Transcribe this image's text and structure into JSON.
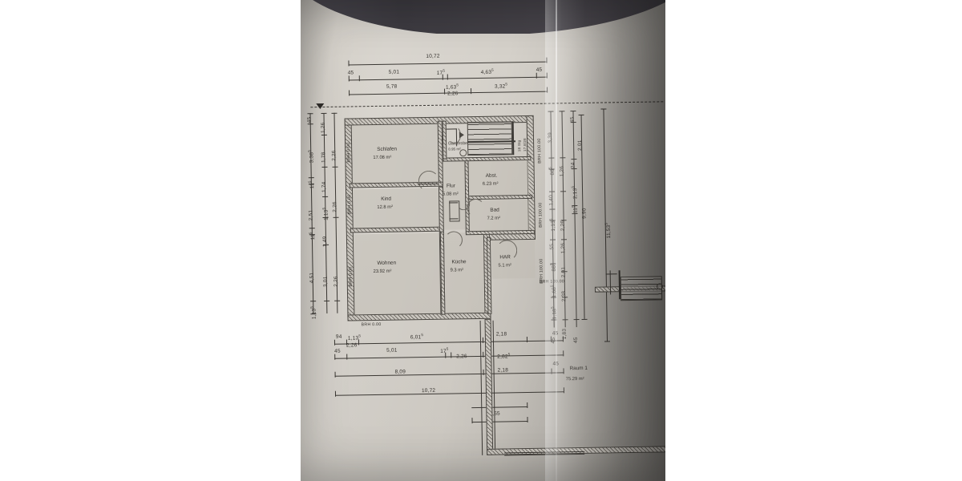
{
  "document": {
    "type": "architectural-floor-plan-photo",
    "medium": "photograph of printed paper plan, folded page",
    "language": "de",
    "section_marker": "section-line-marker"
  },
  "rooms": [
    {
      "key": "schlafen",
      "name": "Schlafen",
      "area": "17.08 m²"
    },
    {
      "key": "kind",
      "name": "Kind",
      "area": "12.8 m²"
    },
    {
      "key": "wohnen",
      "name": "Wohnen",
      "area": "23.92 m²"
    },
    {
      "key": "kueche",
      "name": "Küche",
      "area": "9.3 m²"
    },
    {
      "key": "flur",
      "name": "Flur",
      "area": "5.08 m²"
    },
    {
      "key": "abst",
      "name": "Abst.",
      "area": "6.23 m²"
    },
    {
      "key": "bad",
      "name": "Bad",
      "area": "7.2 m²"
    },
    {
      "key": "har",
      "name": "HAR",
      "area": "5.1 m²"
    },
    {
      "key": "garderobe",
      "name": "Garderobe",
      "area": "0.95 m²"
    },
    {
      "key": "raum1",
      "name": "Raum 1",
      "area": "75.29 m²"
    }
  ],
  "brh_labels": {
    "left_1": "BRH 0.00",
    "left_2": "BRH 0.00",
    "left_3": "BRH 0.00",
    "left_4": "BRH 0.00",
    "right_1": "BRH 100.00",
    "right_2": "BRH 100.00",
    "right_3": "BRH 100.00",
    "right_4": "BRH 100.00",
    "bottom_1": "BRH 100.00"
  },
  "dimensions": {
    "top_chain_1": [
      {
        "v": "10,72"
      }
    ],
    "top_chain_2": [
      {
        "v": "45"
      },
      {
        "v": "5,01"
      },
      {
        "v": "17",
        "sup": "5"
      },
      {
        "v": "4,63",
        "sup": "5"
      },
      {
        "v": "45"
      }
    ],
    "top_chain_3": [
      {
        "v": "5,78"
      },
      {
        "v": "1,63",
        "sup": "5"
      },
      {
        "v": "3,32",
        "sup": "5"
      }
    ],
    "top_chain_4": [
      {
        "v": "2,26"
      }
    ],
    "left_outer": [
      {
        "v": "45"
      },
      {
        "v": "3,38",
        "sup": "5"
      },
      {
        "v": "11",
        "sup": "5"
      },
      {
        "v": "2,51"
      },
      {
        "v": "11",
        "sup": "5"
      },
      {
        "v": "4,51"
      },
      {
        "v": "1,13",
        "sup": "5"
      }
    ],
    "left_mid": [
      {
        "v": "1,26"
      },
      {
        "v": "1,78"
      },
      {
        "v": "1,74"
      },
      {
        "v": "1,13",
        "sup": "5"
      },
      {
        "v": "1,49"
      },
      {
        "v": "3,01"
      }
    ],
    "left_inner": [
      {
        "v": "2,26"
      },
      {
        "v": "2,26"
      },
      {
        "v": "2,26"
      }
    ],
    "right_a": [
      {
        "v": "3,39"
      },
      {
        "v": "88",
        "sup": "5"
      },
      {
        "v": "1,40"
      },
      {
        "v": "1,13",
        "sup": "5"
      },
      {
        "v": "55"
      },
      {
        "v": "88",
        "sup": "5"
      },
      {
        "v": "1,68",
        "sup": "5"
      },
      {
        "v": "1,18",
        "sup": "5"
      },
      {
        "v": "45"
      }
    ],
    "right_b": [
      {
        "v": "1,26"
      },
      {
        "v": "2,26"
      },
      {
        "v": "1,26"
      },
      {
        "v": "2,01"
      },
      {
        "v": "2,38"
      },
      {
        "v": "1,83"
      }
    ],
    "right_c": [
      {
        "v": "45"
      },
      {
        "v": "24"
      },
      {
        "v": "2,13",
        "sup": "5"
      },
      {
        "v": "11",
        "sup": "5"
      },
      {
        "v": "2,01"
      },
      {
        "v": "45"
      }
    ],
    "right_d": [
      {
        "v": "9,90"
      }
    ],
    "right_e": [
      {
        "v": "11,53",
        "sup": "5"
      }
    ],
    "bottom_chain_1": [
      {
        "v": "94"
      },
      {
        "v": "1,13",
        "sup": "5"
      },
      {
        "v": "6,01",
        "sup": "5"
      },
      {
        "v": "2,18"
      },
      {
        "v": "45"
      }
    ],
    "bottom_chain_1b": [
      {
        "v": "2,26"
      }
    ],
    "bottom_chain_2": [
      {
        "v": "45"
      },
      {
        "v": "5,01"
      },
      {
        "v": "17",
        "sup": "5"
      },
      {
        "v": "2,26"
      },
      {
        "v": "2,82",
        "sup": "5"
      }
    ],
    "bottom_chain_3": [
      {
        "v": "8,09"
      },
      {
        "v": "2,18"
      },
      {
        "v": "45"
      }
    ],
    "bottom_chain_4": [
      {
        "v": "10,72"
      }
    ],
    "bottom_chain_5": [
      {
        "v": "2,65"
      }
    ],
    "stair_note": [
      {
        "v": "18 Stg"
      },
      {
        "v": "17,8/28"
      }
    ]
  },
  "colors": {
    "paper": "#d2cec7",
    "ink": "#3b3834",
    "wall_hatch": "#57534d",
    "backdrop_dark": "#44414a",
    "page_white": "#ffffff"
  }
}
